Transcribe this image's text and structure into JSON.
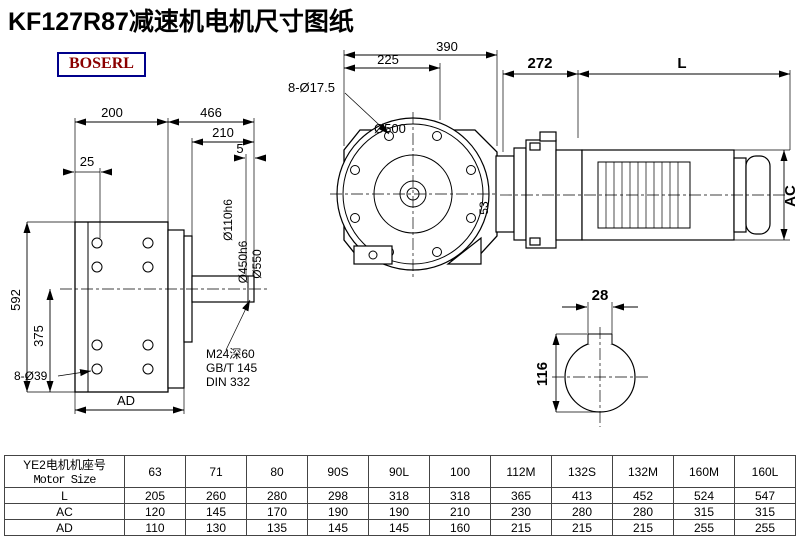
{
  "title": "KF127R87减速机电机尺寸图纸",
  "logo": "BOSERL",
  "front_view": {
    "dim_8_d17_5": "8-Ø17.5",
    "dim_225": "225",
    "dim_390": "390",
    "dim_272": "272",
    "dim_L": "L",
    "dim_d500": "Ø500",
    "dim_53": "53",
    "dim_AC": "AC"
  },
  "side_view": {
    "dim_200": "200",
    "dim_466": "466",
    "dim_210": "210",
    "dim_5": "5",
    "dim_25": "25",
    "dim_592": "592",
    "dim_375": "375",
    "dim_8_d39": "8-Ø39",
    "dim_AD": "AD",
    "dim_d110": "Ø110h6",
    "dim_d450": "Ø450h6",
    "dim_d550": "Ø550",
    "note_m24": "M24深60",
    "note_gbt": "GB/T 145",
    "note_din": "DIN 332"
  },
  "section_view": {
    "dim_28": "28",
    "dim_116": "116"
  },
  "table": {
    "header_cn": "YE2电机机座号",
    "header_en": "Motor Size",
    "sizes": [
      "63",
      "71",
      "80",
      "90S",
      "90L",
      "100",
      "112M",
      "132S",
      "132M",
      "160M",
      "160L"
    ],
    "rows": [
      {
        "label": "L",
        "values": [
          "205",
          "260",
          "280",
          "298",
          "318",
          "318",
          "365",
          "413",
          "452",
          "524",
          "547"
        ]
      },
      {
        "label": "AC",
        "values": [
          "120",
          "145",
          "170",
          "190",
          "190",
          "210",
          "230",
          "280",
          "280",
          "315",
          "315"
        ]
      },
      {
        "label": "AD",
        "values": [
          "110",
          "130",
          "135",
          "145",
          "145",
          "160",
          "215",
          "215",
          "215",
          "255",
          "255"
        ]
      }
    ]
  }
}
